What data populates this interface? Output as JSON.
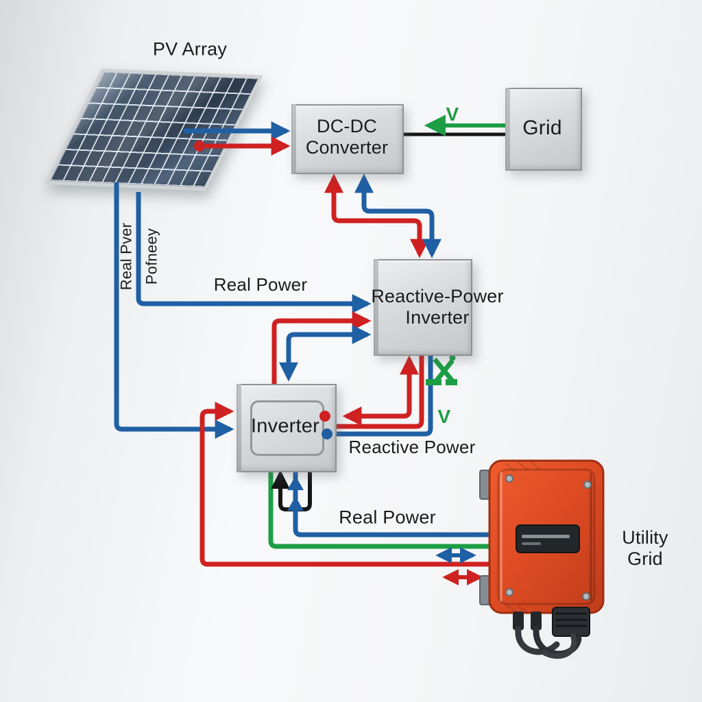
{
  "diagram": {
    "pv_array_label": "PV Array",
    "boxes": {
      "dcdc_converter": "DC-DC\nConverter",
      "grid": "Grid",
      "reactive_power_inverter": "Reactive-Power\nInverter",
      "inverter": "Inverter"
    },
    "flow_labels": {
      "real_power_to_rp_inverter": "Real Power",
      "reactive_power": "Reactive Power",
      "real_power_to_grid": "Real Power",
      "pv_vertical_left": "Real Pver",
      "pv_vertical_right": "Pofneey",
      "voltage_top": "V",
      "voltage_mid": "V"
    },
    "utility_grid_label": "Utility\nGrid",
    "icons": {
      "green_x_icon": "stylized-green-x-symbol",
      "solar_panel": "pv-array-panel",
      "inverter_device": "orange-wall-inverter"
    },
    "colors": {
      "real_power_blue": "#1f5fa3",
      "reactive_power_red": "#cf2121",
      "voltage_green": "#1d9e45",
      "dc_link_black": "#161616",
      "device_orange": "#e2502a",
      "box_gray": "#d3d6d8"
    }
  }
}
